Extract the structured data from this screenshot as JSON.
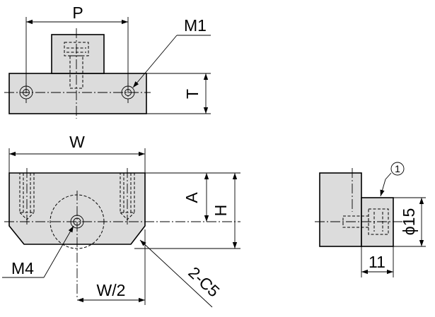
{
  "labels": {
    "p": "P",
    "m1": "M1",
    "t": "T",
    "w": "W",
    "a": "A",
    "h": "H",
    "m4": "M4",
    "w_half": "W/2",
    "chamfer": "2-C5",
    "phi15": "ϕ15",
    "eleven": "11",
    "circled_one": "1"
  },
  "colors": {
    "part_fill": "#dcdcdc",
    "line": "#000000"
  }
}
